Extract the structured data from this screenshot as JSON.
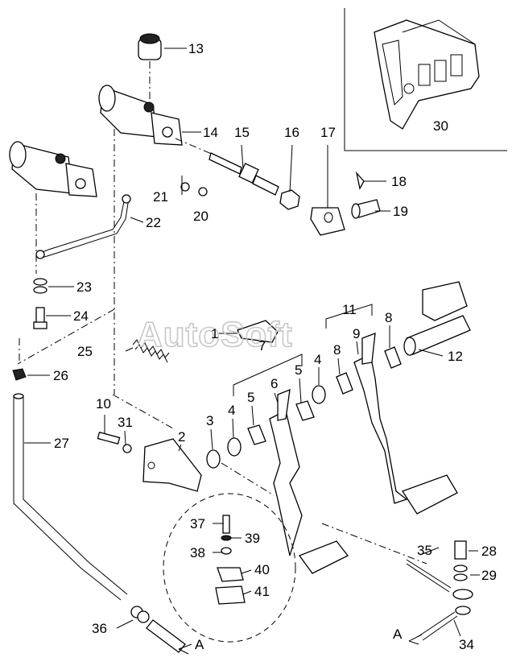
{
  "watermark": "AutoSoft",
  "labels": {
    "p1": "1",
    "p2": "2",
    "p3": "3",
    "p4a": "4",
    "p4b": "4",
    "p5a": "5",
    "p5b": "5",
    "p6": "6",
    "p7": "7",
    "p8a": "8",
    "p8b": "8",
    "p9": "9",
    "p10": "10",
    "p11": "11",
    "p12": "12",
    "p13": "13",
    "p14": "14",
    "p15": "15",
    "p16": "16",
    "p17": "17",
    "p18": "18",
    "p19": "19",
    "p20": "20",
    "p21": "21",
    "p22": "22",
    "p23": "23",
    "p24": "24",
    "p25": "25",
    "p26": "26",
    "p27": "27",
    "p28": "28",
    "p29": "29",
    "p30": "30",
    "p31": "31",
    "p34": "34",
    "p35": "35",
    "p36": "36",
    "p37": "37",
    "p38": "38",
    "p39": "39",
    "p40": "40",
    "p41": "41"
  },
  "view_markers": {
    "a1": "A",
    "a2": "A"
  }
}
